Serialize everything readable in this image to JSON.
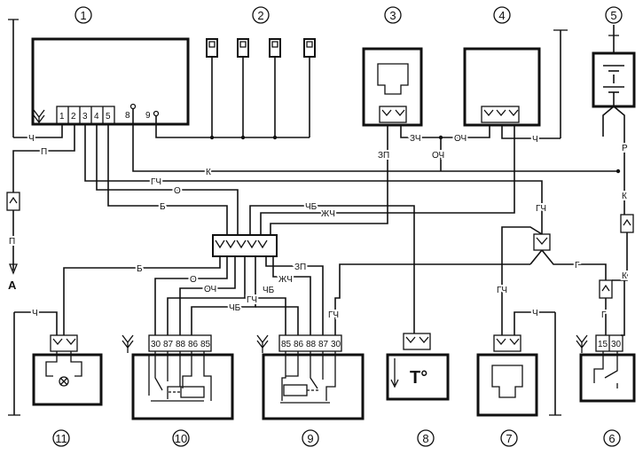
{
  "components": [
    "1",
    "2",
    "3",
    "4",
    "5",
    "6",
    "7",
    "8",
    "9",
    "10",
    "11"
  ],
  "ecu_pins": [
    "1",
    "2",
    "3",
    "4",
    "5",
    "8",
    "9"
  ],
  "relay_pins": [
    "30",
    "87",
    "88",
    "86",
    "85"
  ],
  "relay2_pins": [
    "85",
    "86",
    "88",
    "87",
    "30"
  ],
  "pins6": [
    "15",
    "30"
  ],
  "temp_label": "T°",
  "terminal_a": "A",
  "wire_labels": {
    "ch": "Ч",
    "p": "П",
    "k": "К",
    "gch": "ГЧ",
    "o": "О",
    "b": "Б",
    "chb": "ЧБ",
    "zhch": "ЖЧ",
    "zp": "ЗП",
    "zch": "ЗЧ",
    "och": "ОЧ",
    "r": "Р",
    "g": "Г"
  }
}
